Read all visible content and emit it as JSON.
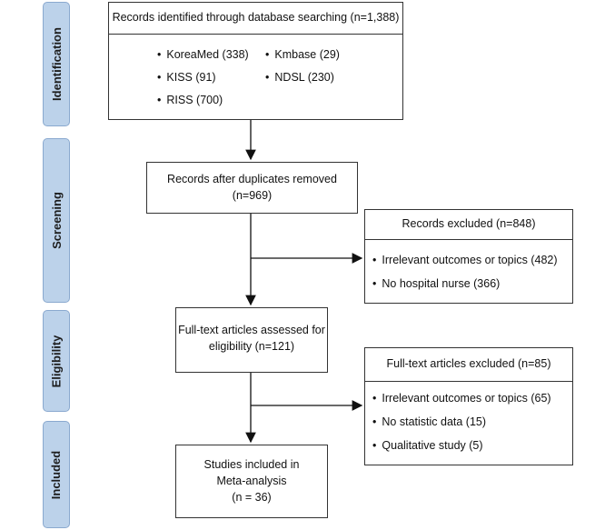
{
  "stages": {
    "identification": "Identification",
    "screening": "Screening",
    "eligibility": "Eligibility",
    "included": "Included"
  },
  "identified": {
    "title": "Records identified through database searching (n=1,388)",
    "sources": [
      "KoreaMed (338)",
      "Kmbase (29)",
      "KISS (91)",
      "NDSL (230)",
      "RISS (700)"
    ]
  },
  "deduplicated": {
    "line1": "Records after duplicates removed",
    "line2": "(n=969)"
  },
  "excluded_records": {
    "title": "Records excluded (n=848)",
    "reasons": [
      "Irrelevant outcomes or topics (482)",
      "No hospital nurse (366)"
    ]
  },
  "fulltext": {
    "line1": "Full-text articles assessed for",
    "line2": "eligibility (n=121)"
  },
  "excluded_fulltext": {
    "title": "Full-text articles excluded (n=85)",
    "reasons": [
      "Irrelevant outcomes or topics (65)",
      "No statistic data (15)",
      "Qualitative study (5)"
    ]
  },
  "included": {
    "line1": "Studies included in",
    "line2": "Meta-analysis",
    "line3": "(n = 36)"
  }
}
